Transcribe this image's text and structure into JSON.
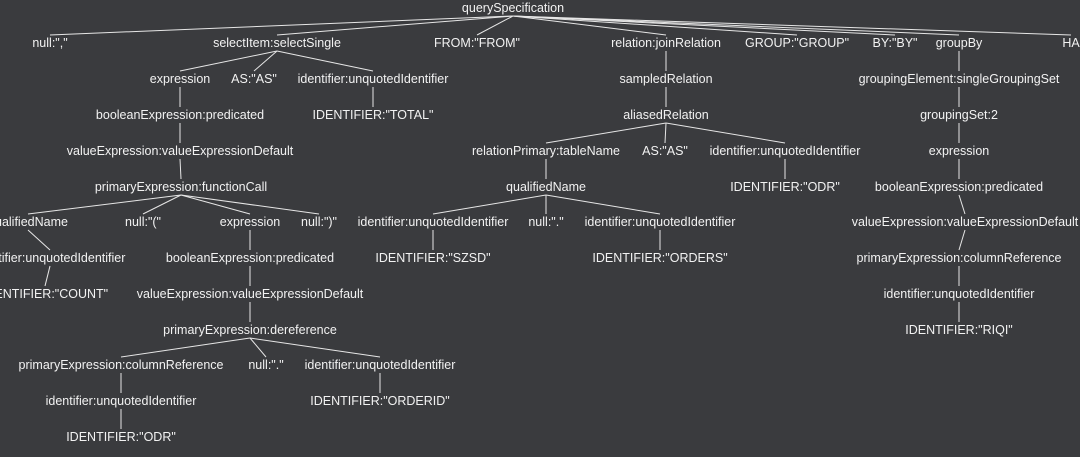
{
  "tree": {
    "nodes": [
      {
        "id": "root",
        "label": "querySpecification"
      },
      {
        "id": "n_null_comma",
        "label": "null:\",\"",
        "parent": "root"
      },
      {
        "id": "n_selectItem",
        "label": "selectItem:selectSingle",
        "parent": "root"
      },
      {
        "id": "n_from",
        "label": "FROM:\"FROM\"",
        "parent": "root"
      },
      {
        "id": "n_relation",
        "label": "relation:joinRelation",
        "parent": "root"
      },
      {
        "id": "n_group",
        "label": "GROUP:\"GROUP\"",
        "parent": "root"
      },
      {
        "id": "n_by",
        "label": "BY:\"BY\"",
        "parent": "root"
      },
      {
        "id": "n_groupBy",
        "label": "groupBy",
        "parent": "root"
      },
      {
        "id": "n_ha",
        "label": "HA",
        "parent": "root"
      },
      {
        "id": "n_expr1",
        "label": "expression",
        "parent": "n_selectItem"
      },
      {
        "id": "n_as1",
        "label": "AS:\"AS\"",
        "parent": "n_selectItem"
      },
      {
        "id": "n_ident1",
        "label": "identifier:unquotedIdentifier",
        "parent": "n_selectItem"
      },
      {
        "id": "n_bool1",
        "label": "booleanExpression:predicated",
        "parent": "n_expr1"
      },
      {
        "id": "n_IDtotal",
        "label": "IDENTIFIER:\"TOTAL\"",
        "parent": "n_ident1"
      },
      {
        "id": "n_val1",
        "label": "valueExpression:valueExpressionDefault",
        "parent": "n_bool1"
      },
      {
        "id": "n_prim1",
        "label": "primaryExpression:functionCall",
        "parent": "n_val1"
      },
      {
        "id": "n_qname1",
        "label": "qualifiedName",
        "parent": "n_prim1"
      },
      {
        "id": "n_lparen",
        "label": "null:\"(\"",
        "parent": "n_prim1"
      },
      {
        "id": "n_expr2",
        "label": "expression",
        "parent": "n_prim1"
      },
      {
        "id": "n_rparen",
        "label": "null:\")\"",
        "parent": "n_prim1"
      },
      {
        "id": "n_ident2",
        "label": "identifier:unquotedIdentifier",
        "parent": "n_qname1"
      },
      {
        "id": "n_IDcount",
        "label": "IDENTIFIER:\"COUNT\"",
        "parent": "n_ident2"
      },
      {
        "id": "n_bool2",
        "label": "booleanExpression:predicated",
        "parent": "n_expr2"
      },
      {
        "id": "n_val2",
        "label": "valueExpression:valueExpressionDefault",
        "parent": "n_bool2"
      },
      {
        "id": "n_prim2",
        "label": "primaryExpression:dereference",
        "parent": "n_val2"
      },
      {
        "id": "n_prim3",
        "label": "primaryExpression:columnReference",
        "parent": "n_prim2"
      },
      {
        "id": "n_dot1",
        "label": "null:\".\"",
        "parent": "n_prim2"
      },
      {
        "id": "n_ident3",
        "label": "identifier:unquotedIdentifier",
        "parent": "n_prim2"
      },
      {
        "id": "n_ident4",
        "label": "identifier:unquotedIdentifier",
        "parent": "n_prim3"
      },
      {
        "id": "n_IDorderid",
        "label": "IDENTIFIER:\"ORDERID\"",
        "parent": "n_ident3"
      },
      {
        "id": "n_IDodr1",
        "label": "IDENTIFIER:\"ODR\"",
        "parent": "n_ident4"
      },
      {
        "id": "n_sampled",
        "label": "sampledRelation",
        "parent": "n_relation"
      },
      {
        "id": "n_aliased",
        "label": "aliasedRelation",
        "parent": "n_sampled"
      },
      {
        "id": "n_relPrim",
        "label": "relationPrimary:tableName",
        "parent": "n_aliased"
      },
      {
        "id": "n_as2",
        "label": "AS:\"AS\"",
        "parent": "n_aliased"
      },
      {
        "id": "n_ident5",
        "label": "identifier:unquotedIdentifier",
        "parent": "n_aliased"
      },
      {
        "id": "n_qname2",
        "label": "qualifiedName",
        "parent": "n_relPrim"
      },
      {
        "id": "n_IDodr2",
        "label": "IDENTIFIER:\"ODR\"",
        "parent": "n_ident5"
      },
      {
        "id": "n_ident6",
        "label": "identifier:unquotedIdentifier",
        "parent": "n_qname2"
      },
      {
        "id": "n_dot2",
        "label": "null:\".\"",
        "parent": "n_qname2"
      },
      {
        "id": "n_ident7",
        "label": "identifier:unquotedIdentifier",
        "parent": "n_qname2"
      },
      {
        "id": "n_IDszsd",
        "label": "IDENTIFIER:\"SZSD\"",
        "parent": "n_ident6"
      },
      {
        "id": "n_IDorders",
        "label": "IDENTIFIER:\"ORDERS\"",
        "parent": "n_ident7"
      },
      {
        "id": "n_groupElem",
        "label": "groupingElement:singleGroupingSet",
        "parent": "n_groupBy"
      },
      {
        "id": "n_groupSet",
        "label": "groupingSet:2",
        "parent": "n_groupElem"
      },
      {
        "id": "n_expr3",
        "label": "expression",
        "parent": "n_groupSet"
      },
      {
        "id": "n_bool3",
        "label": "booleanExpression:predicated",
        "parent": "n_expr3"
      },
      {
        "id": "n_val3",
        "label": "valueExpression:valueExpressionDefault",
        "parent": "n_bool3"
      },
      {
        "id": "n_prim4",
        "label": "primaryExpression:columnReference",
        "parent": "n_val3"
      },
      {
        "id": "n_ident8",
        "label": "identifier:unquotedIdentifier",
        "parent": "n_prim4"
      },
      {
        "id": "n_IDriqi",
        "label": "IDENTIFIER:\"RIQI\"",
        "parent": "n_ident8"
      }
    ]
  }
}
